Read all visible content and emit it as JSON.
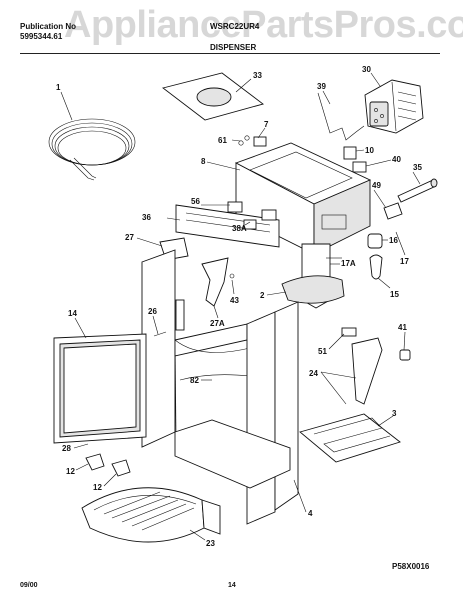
{
  "header": {
    "watermark": "AppliancePartsPros.com",
    "publication_label": "Publication No",
    "publication_number": "5995344.61",
    "model": "WSRC22UR4",
    "section_title": "DISPENSER"
  },
  "footer": {
    "diagram_code": "P58X0016",
    "date": "09/00",
    "page_number": "14"
  },
  "callouts": [
    {
      "key": "1",
      "text": "1"
    },
    {
      "key": "33",
      "text": "33"
    },
    {
      "key": "30",
      "text": "30"
    },
    {
      "key": "39",
      "text": "39"
    },
    {
      "key": "7",
      "text": "7"
    },
    {
      "key": "61",
      "text": "61"
    },
    {
      "key": "10",
      "text": "10"
    },
    {
      "key": "8",
      "text": "8"
    },
    {
      "key": "40",
      "text": "40"
    },
    {
      "key": "35",
      "text": "35"
    },
    {
      "key": "49",
      "text": "49"
    },
    {
      "key": "56",
      "text": "56"
    },
    {
      "key": "36",
      "text": "36"
    },
    {
      "key": "38A",
      "text": "38A"
    },
    {
      "key": "27",
      "text": "27"
    },
    {
      "key": "16",
      "text": "16"
    },
    {
      "key": "17",
      "text": "17"
    },
    {
      "key": "17A",
      "text": "17A"
    },
    {
      "key": "2",
      "text": "2"
    },
    {
      "key": "15",
      "text": "15"
    },
    {
      "key": "43",
      "text": "43"
    },
    {
      "key": "14",
      "text": "14"
    },
    {
      "key": "26",
      "text": "26"
    },
    {
      "key": "27A",
      "text": "27A"
    },
    {
      "key": "41",
      "text": "41"
    },
    {
      "key": "51",
      "text": "51"
    },
    {
      "key": "24",
      "text": "24"
    },
    {
      "key": "82",
      "text": "82"
    },
    {
      "key": "3",
      "text": "3"
    },
    {
      "key": "28",
      "text": "28"
    },
    {
      "key": "12a",
      "text": "12"
    },
    {
      "key": "12b",
      "text": "12"
    },
    {
      "key": "4",
      "text": "4"
    },
    {
      "key": "23",
      "text": "23"
    }
  ]
}
